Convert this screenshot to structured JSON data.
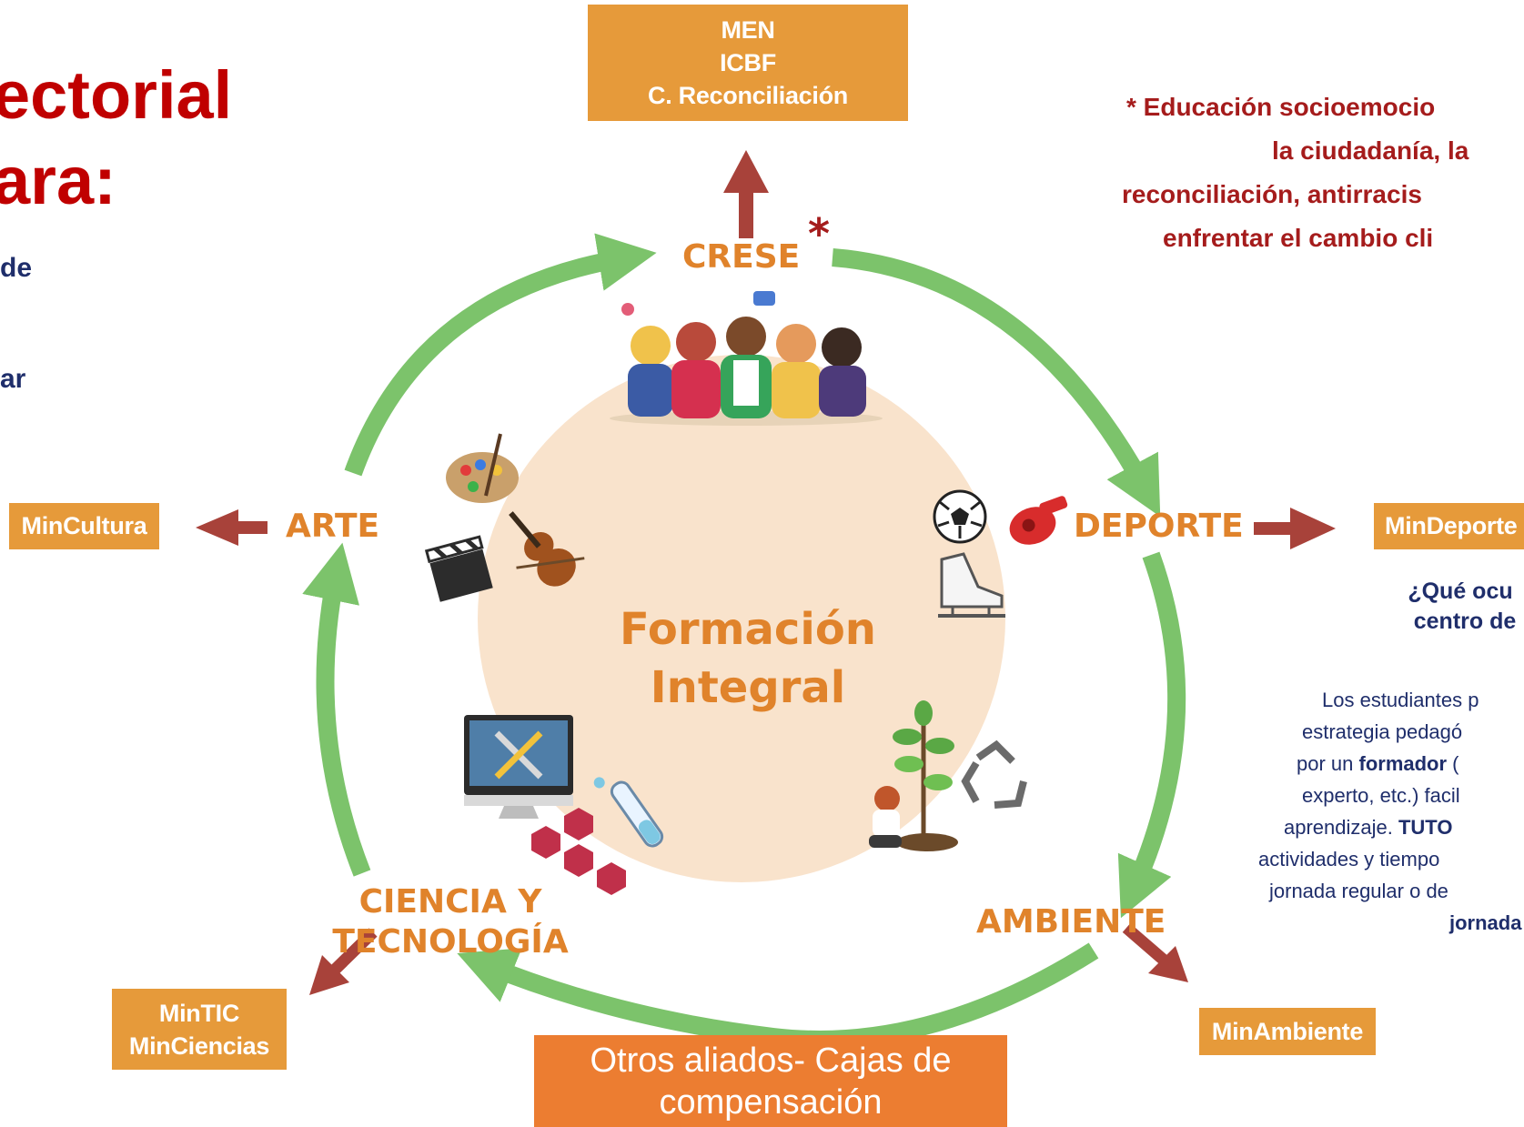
{
  "left": {
    "title_line1": "ectorial",
    "title_line2": "ara:",
    "line1": "de",
    "line2": "ar"
  },
  "top_box": {
    "line1": "MEN",
    "line2": "ICBF",
    "line3": "C. Reconciliación"
  },
  "note": {
    "line1": "* Educación socioemocio",
    "line2": "la ciudadanía, la",
    "line3": "reconciliación,  antirracis",
    "line4": "enfrentar el  cambio cli"
  },
  "categories": {
    "crese": "CRESE",
    "asterisk": "*",
    "deporte": "DEPORTE",
    "arte": "ARTE",
    "ambiente": "AMBIENTE",
    "ciencia_line1": "CIENCIA Y",
    "ciencia_line2": "TECNOLOGÍA"
  },
  "center": {
    "line1": "Formación",
    "line2": "Integral"
  },
  "boxes": {
    "mincultura": "MinCultura",
    "mindeporte": "MinDeporte",
    "mintic_line1": "MinTIC",
    "mintic_line2": "MinCiencias",
    "minambiente": "MinAmbiente"
  },
  "allies": {
    "line1": "Otros aliados- Cajas de",
    "line2": "compensación"
  },
  "right_panel": {
    "question_line1": "¿Qué ocu",
    "question_line2": "centro de",
    "p1": "Los estudiantes p",
    "p2": "estrategia pedagó",
    "p3_pre": "por un ",
    "p3_bold": "formador",
    "p3_post": " (",
    "p4": "experto, etc.) facil",
    "p5_pre": "aprendizaje. ",
    "p5_bold": "TUTO",
    "p6": "actividades y tiempo",
    "p7": "jornada regular o de",
    "p8": "jornada"
  },
  "colors": {
    "cycle_arrow": "#7cc36b",
    "pointer_arrow": "#a8423a",
    "orange_box": "#e69a3a",
    "allies_box": "#ec7d31",
    "category_text": "#e0832b",
    "title_red": "#c00000",
    "navy_text": "#1f2e6b",
    "center_circle": "#f9e3cc"
  },
  "icons": [
    "people-group-icon",
    "palette-icon",
    "violin-icon",
    "clapperboard-icon",
    "soccer-ball-icon",
    "whistle-icon",
    "ice-skate-icon",
    "computer-tools-icon",
    "molecule-icon",
    "test-tube-icon",
    "plant-person-icon",
    "recycle-icon"
  ]
}
